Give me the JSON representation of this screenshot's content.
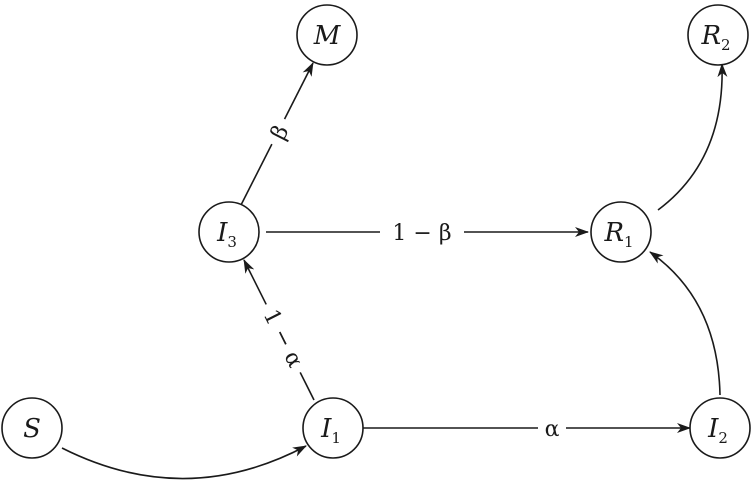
{
  "diagram": {
    "colors": {
      "stroke": "#1a1a1a",
      "background": "#ffffff"
    },
    "nodes": {
      "S": {
        "letter": "S",
        "sub": ""
      },
      "I1": {
        "letter": "I",
        "sub": "1"
      },
      "I2": {
        "letter": "I",
        "sub": "2"
      },
      "I3": {
        "letter": "I",
        "sub": "3"
      },
      "R1": {
        "letter": "R",
        "sub": "1"
      },
      "R2": {
        "letter": "R",
        "sub": "2"
      },
      "M": {
        "letter": "M",
        "sub": ""
      }
    },
    "edges": {
      "s_i1": {
        "from": "S",
        "to": "I1",
        "label": ""
      },
      "i1_i2": {
        "from": "I1",
        "to": "I2",
        "label": "α"
      },
      "i1_i3": {
        "from": "I1",
        "to": "I3",
        "label": "1 − α"
      },
      "i3_m": {
        "from": "I3",
        "to": "M",
        "label": "β"
      },
      "i3_r1": {
        "from": "I3",
        "to": "R1",
        "label": "1 − β"
      },
      "i2_r1": {
        "from": "I2",
        "to": "R1",
        "label": ""
      },
      "r1_r2": {
        "from": "R1",
        "to": "R2",
        "label": ""
      }
    }
  }
}
